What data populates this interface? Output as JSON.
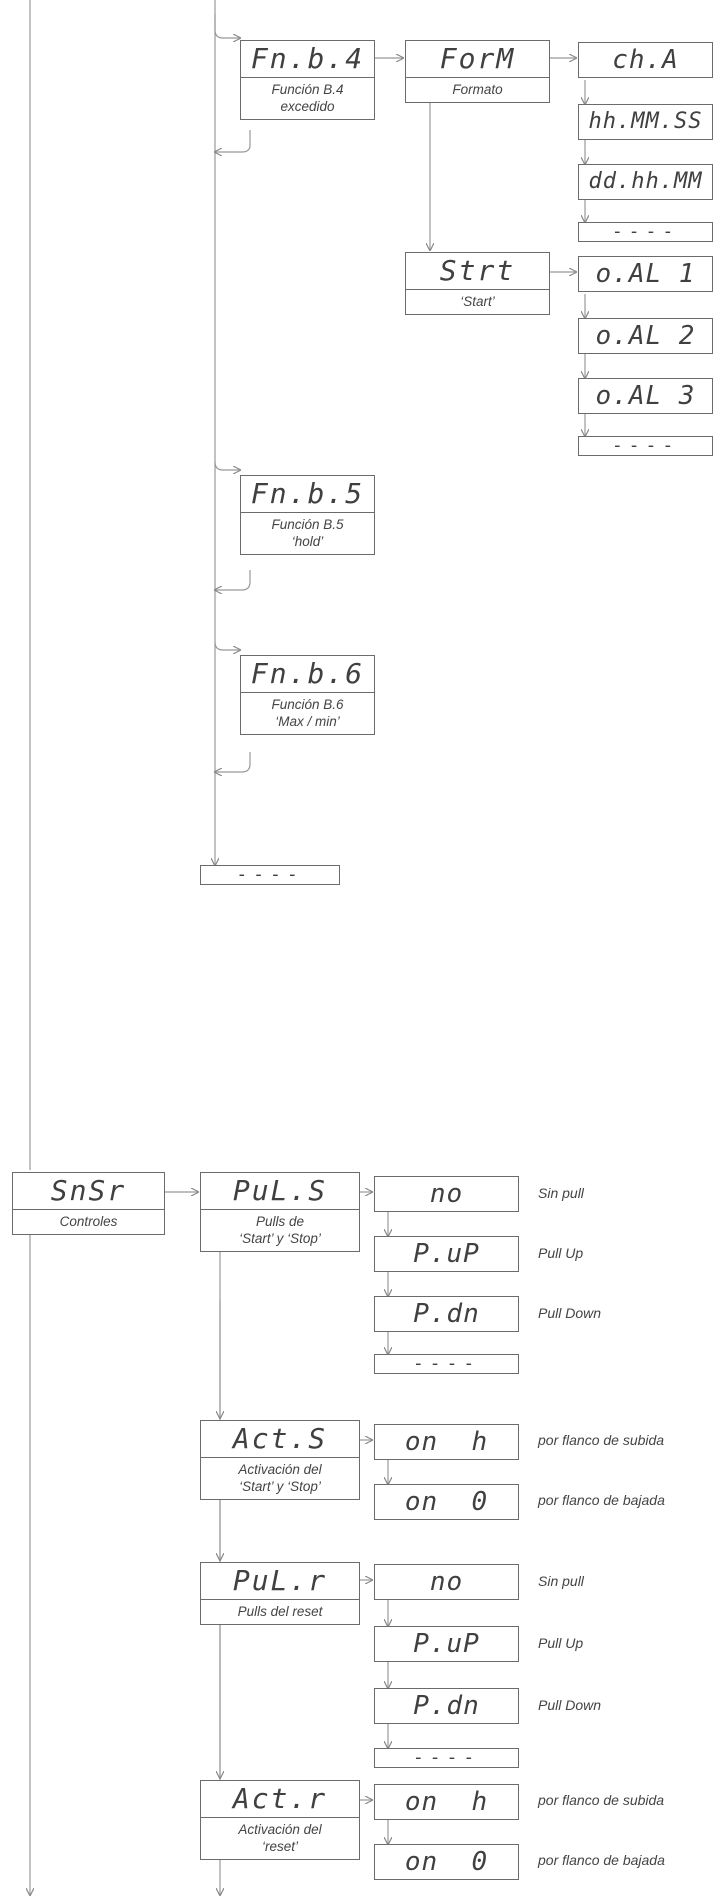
{
  "nodes": {
    "fnb4": {
      "code": "Fn.b.4",
      "desc1": "Función B.4",
      "desc2": "excedido"
    },
    "form": {
      "code": "ForM",
      "desc1": "Formato"
    },
    "strt": {
      "code": "Strt",
      "desc1": "‘Start’"
    },
    "fnb5": {
      "code": "Fn.b.5",
      "desc1": "Función B.5",
      "desc2": "‘hold’"
    },
    "fnb6": {
      "code": "Fn.b.6",
      "desc1": "Función B.6",
      "desc2": "‘Max / min’"
    },
    "snsr": {
      "code": "SnSr",
      "desc1": "Controles"
    },
    "puls": {
      "code": "PuL.S",
      "desc1": "Pulls de",
      "desc2": "‘Start’ y ‘Stop’"
    },
    "acts": {
      "code": "Act.S",
      "desc1": "Activación del",
      "desc2": "‘Start’ y ‘Stop’"
    },
    "pulr": {
      "code": "PuL.r",
      "desc1": "Pulls del reset"
    },
    "actr": {
      "code": "Act.r",
      "desc1": "Activación del",
      "desc2": "‘reset’"
    }
  },
  "options": {
    "form": [
      "ch.A",
      "hh.MM.SS",
      "dd.hh.MM",
      "----"
    ],
    "strt": [
      "o.AL 1",
      "o.AL 2",
      "o.AL 3",
      "----"
    ],
    "end_top": "----",
    "puls": [
      "no",
      "P.uP",
      "P.dn",
      "----"
    ],
    "acts": [
      "on  h",
      "on  0"
    ],
    "pulr": [
      "no",
      "P.uP",
      "P.dn",
      "----"
    ],
    "actr": [
      "on  h",
      "on  0"
    ]
  },
  "notes": {
    "sin_pull": "Sin pull",
    "pull_up": "Pull Up",
    "pull_down": "Pull Down",
    "subida": "por flanco de subida",
    "bajada": "por flanco de bajada"
  }
}
